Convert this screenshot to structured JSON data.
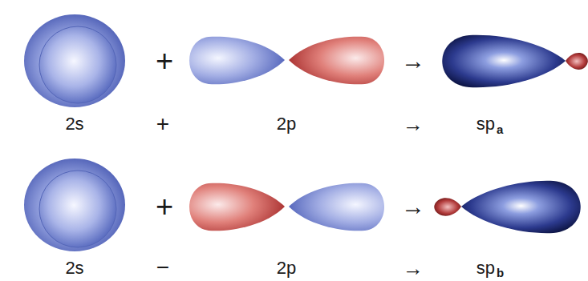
{
  "diagram": {
    "labels": [
      "+",
      "→",
      "2s",
      "+",
      "2p",
      "→",
      "sp",
      "a",
      "+",
      "→",
      "2s",
      "−",
      "2p",
      "→",
      "sp",
      "b"
    ]
  }
}
